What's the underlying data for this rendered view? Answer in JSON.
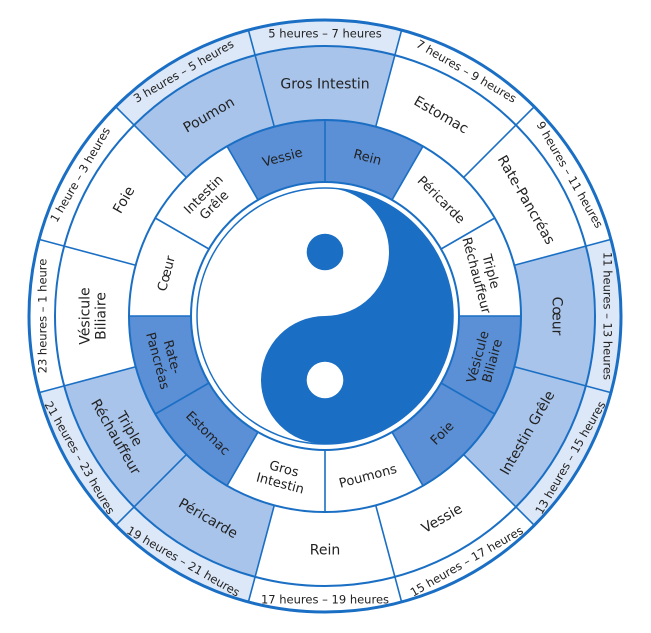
{
  "colors": {
    "line": "#1a6fc4",
    "dark": "#5b8fd6",
    "medium": "#a9c4ea",
    "light": "#dce7f7",
    "white": "#ffffff",
    "yin_yang": "#1a6fc4"
  },
  "time_ring": [
    {
      "label": "23 heures – 1 heure",
      "shade": "white"
    },
    {
      "label": "1 heure – 3 heures",
      "shade": "white"
    },
    {
      "label": "3 heures – 5 heures",
      "shade": "light"
    },
    {
      "label": "5 heures – 7 heures",
      "shade": "light"
    },
    {
      "label": "7 heures – 9 heures",
      "shade": "white"
    },
    {
      "label": "9 heures – 11 heures",
      "shade": "white"
    },
    {
      "label": "11 heures – 13 heures",
      "shade": "light"
    },
    {
      "label": "13 heures – 15 heures",
      "shade": "light"
    },
    {
      "label": "15 heures – 17 heures",
      "shade": "white"
    },
    {
      "label": "17 heures – 19 heures",
      "shade": "white"
    },
    {
      "label": "19 heures – 21 heures",
      "shade": "light"
    },
    {
      "label": "21 heures – 23 heures",
      "shade": "light"
    }
  ],
  "outer_ring": [
    {
      "label": "Vésicule\nBiliaire",
      "shade": "white"
    },
    {
      "label": "Foie",
      "shade": "white"
    },
    {
      "label": "Poumon",
      "shade": "medium"
    },
    {
      "label": "Gros Intestin",
      "shade": "medium"
    },
    {
      "label": "Estomac",
      "shade": "white"
    },
    {
      "label": "Rate-Pancréas",
      "shade": "white"
    },
    {
      "label": "Cœur",
      "shade": "medium"
    },
    {
      "label": "Intestin Grêle",
      "shade": "medium"
    },
    {
      "label": "Vessie",
      "shade": "white"
    },
    {
      "label": "Rein",
      "shade": "white"
    },
    {
      "label": "Péricarde",
      "shade": "medium"
    },
    {
      "label": "Triple\nRéchauffeur",
      "shade": "medium"
    }
  ],
  "inner_ring": [
    {
      "label": "Cœur",
      "shade": "white"
    },
    {
      "label": "Intestin\nGrêle",
      "shade": "white"
    },
    {
      "label": "Vessie",
      "shade": "dark"
    },
    {
      "label": "Rein",
      "shade": "dark"
    },
    {
      "label": "Péricarde",
      "shade": "white"
    },
    {
      "label": "Triple\nRéchauffeur",
      "shade": "white"
    },
    {
      "label": "Vésicule\nBiliaire",
      "shade": "dark"
    },
    {
      "label": "Foie",
      "shade": "dark"
    },
    {
      "label": "Poumons",
      "shade": "white"
    },
    {
      "label": "Gros\nIntestin",
      "shade": "white"
    },
    {
      "label": "Estomac",
      "shade": "dark"
    },
    {
      "label": "Rate-\nPancréas",
      "shade": "dark"
    }
  ]
}
